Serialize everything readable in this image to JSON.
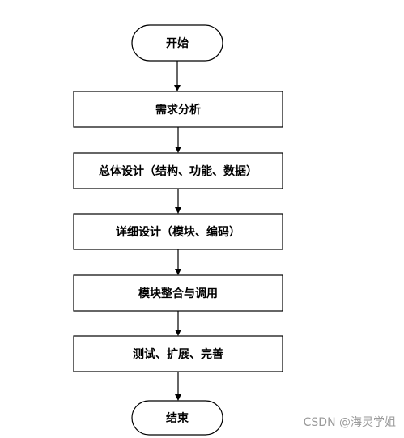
{
  "diagram": {
    "nodes": [
      {
        "id": "start",
        "shape": "terminal",
        "label": "开始"
      },
      {
        "id": "requirements",
        "shape": "process",
        "label": "需求分析"
      },
      {
        "id": "overall-design",
        "shape": "process",
        "label": "总体设计（结构、功能、数据）"
      },
      {
        "id": "detailed-design",
        "shape": "process",
        "label": "详细设计（模块、编码）"
      },
      {
        "id": "integration",
        "shape": "process",
        "label": "模块整合与调用"
      },
      {
        "id": "testing",
        "shape": "process",
        "label": "测试、扩展、完善"
      },
      {
        "id": "end",
        "shape": "terminal",
        "label": "结束"
      }
    ],
    "edges": [
      {
        "from": "start",
        "to": "requirements"
      },
      {
        "from": "requirements",
        "to": "overall-design"
      },
      {
        "from": "overall-design",
        "to": "detailed-design"
      },
      {
        "from": "detailed-design",
        "to": "integration"
      },
      {
        "from": "integration",
        "to": "testing"
      },
      {
        "from": "testing",
        "to": "end"
      }
    ]
  },
  "watermark": "CSDN @海灵学姐",
  "colors": {
    "stroke": "#000000",
    "fill": "#ffffff",
    "watermark": "#9a9a9a"
  }
}
